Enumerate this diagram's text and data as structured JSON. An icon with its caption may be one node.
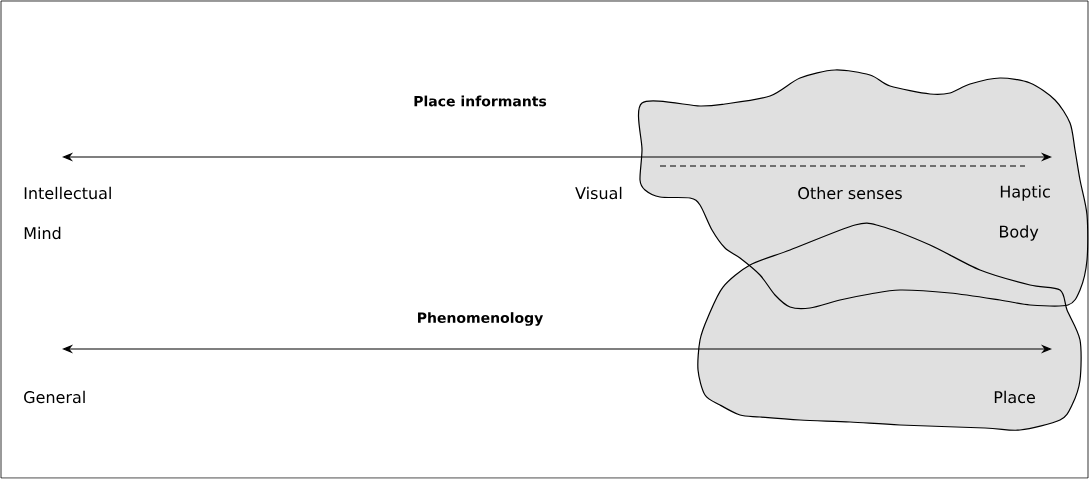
{
  "diagram": {
    "labels": [
      "Place informants",
      "Intellectual",
      "Visual",
      "Other senses",
      "Haptic",
      "Mind",
      "Body",
      "Phenomenology",
      "General",
      "Place"
    ]
  }
}
